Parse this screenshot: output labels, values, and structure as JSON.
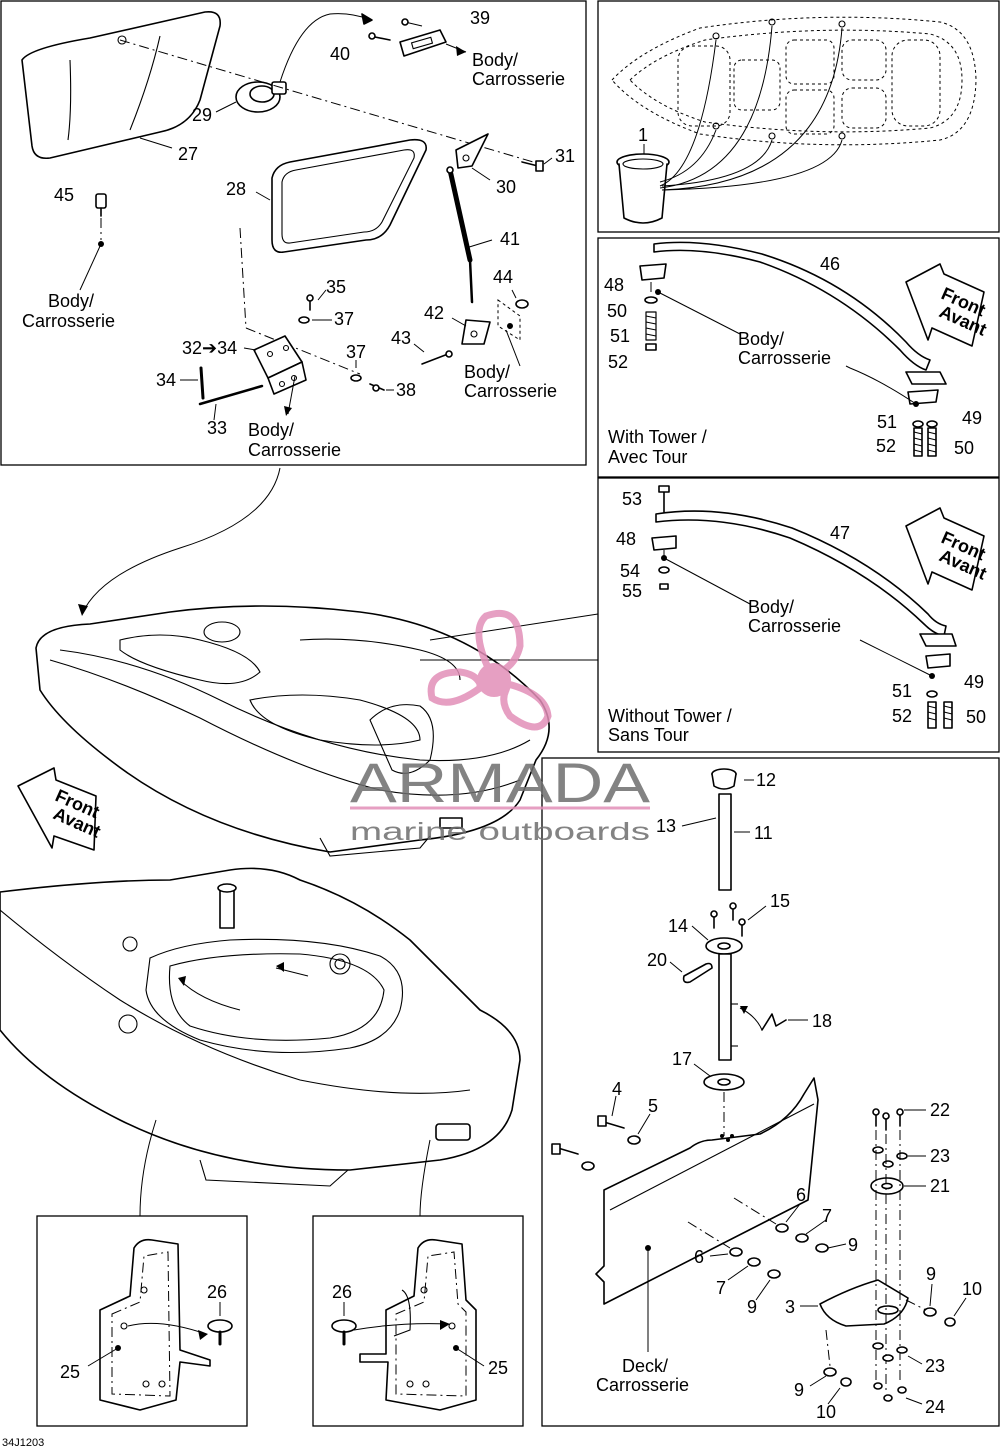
{
  "labels": {
    "body": "Body/",
    "carrosserie": "Carrosserie",
    "deck": "Deck/",
    "with_tower_1": "With Tower /",
    "with_tower_2": "Avec Tour",
    "without_tower_1": "Without Tower /",
    "without_tower_2": "Sans Tour",
    "front": "Front",
    "avant": "Avant",
    "arrow_range": "32➔34"
  },
  "watermark": {
    "brand": "ARMADA",
    "tagline": "marine outboards",
    "accent_color": "#e28fb8"
  },
  "diagram_code": "34J1203",
  "callouts": {
    "n1": "1",
    "n3": "3",
    "n4": "4",
    "n5": "5",
    "n6": "6",
    "n7": "7",
    "n9": "9",
    "n10": "10",
    "n11": "11",
    "n12": "12",
    "n13": "13",
    "n14": "14",
    "n15": "15",
    "n17": "17",
    "n18": "18",
    "n20": "20",
    "n21": "21",
    "n22": "22",
    "n23": "23",
    "n24": "24",
    "n25": "25",
    "n26": "26",
    "n27": "27",
    "n28": "28",
    "n29": "29",
    "n30": "30",
    "n31": "31",
    "n33": "33",
    "n34": "34",
    "n35": "35",
    "n37": "37",
    "n38": "38",
    "n39": "39",
    "n40": "40",
    "n41": "41",
    "n42": "42",
    "n43": "43",
    "n44": "44",
    "n45": "45",
    "n46": "46",
    "n47": "47",
    "n48": "48",
    "n49": "49",
    "n50": "50",
    "n51": "51",
    "n52": "52",
    "n53": "53",
    "n54": "54",
    "n55": "55"
  }
}
